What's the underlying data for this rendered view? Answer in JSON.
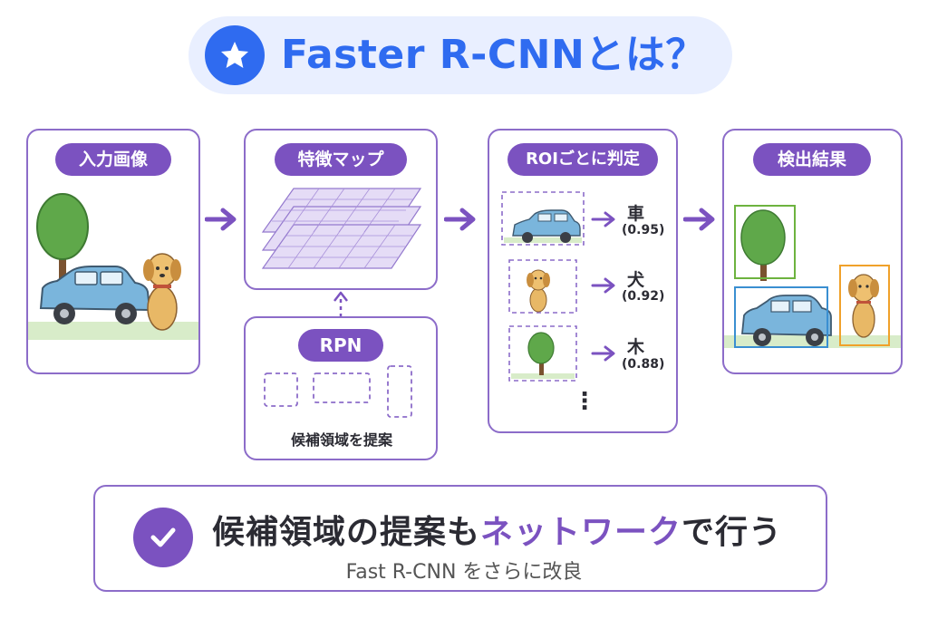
{
  "title": {
    "text": "Faster R-CNNとは？",
    "icon": "star-icon",
    "accent": "#2f6bf0"
  },
  "stages": {
    "input": {
      "label": "入力画像"
    },
    "feature": {
      "label": "特徴マップ"
    },
    "rpn": {
      "label": "RPN",
      "caption": "候補領域を提案"
    },
    "roi": {
      "label": "ROIごとに判定",
      "items": [
        {
          "class": "車",
          "score": "(0.95)",
          "icon": "car-icon"
        },
        {
          "class": "犬",
          "score": "(0.92)",
          "icon": "dog-icon"
        },
        {
          "class": "木",
          "score": "(0.88)",
          "icon": "tree-icon"
        }
      ],
      "more": "⋮"
    },
    "result": {
      "label": "検出結果"
    }
  },
  "summary": {
    "main_before": "候補領域の提案も",
    "main_highlight": "ネットワーク",
    "main_after": "で行う",
    "sub": "Fast R-CNN をさらに改良",
    "icon": "check-icon"
  },
  "colors": {
    "purple": "#7b52c0",
    "blue": "#2f6bf0",
    "tree_box": "#6db33f",
    "car_box": "#3a8fd1",
    "dog_box": "#f0a12a"
  }
}
